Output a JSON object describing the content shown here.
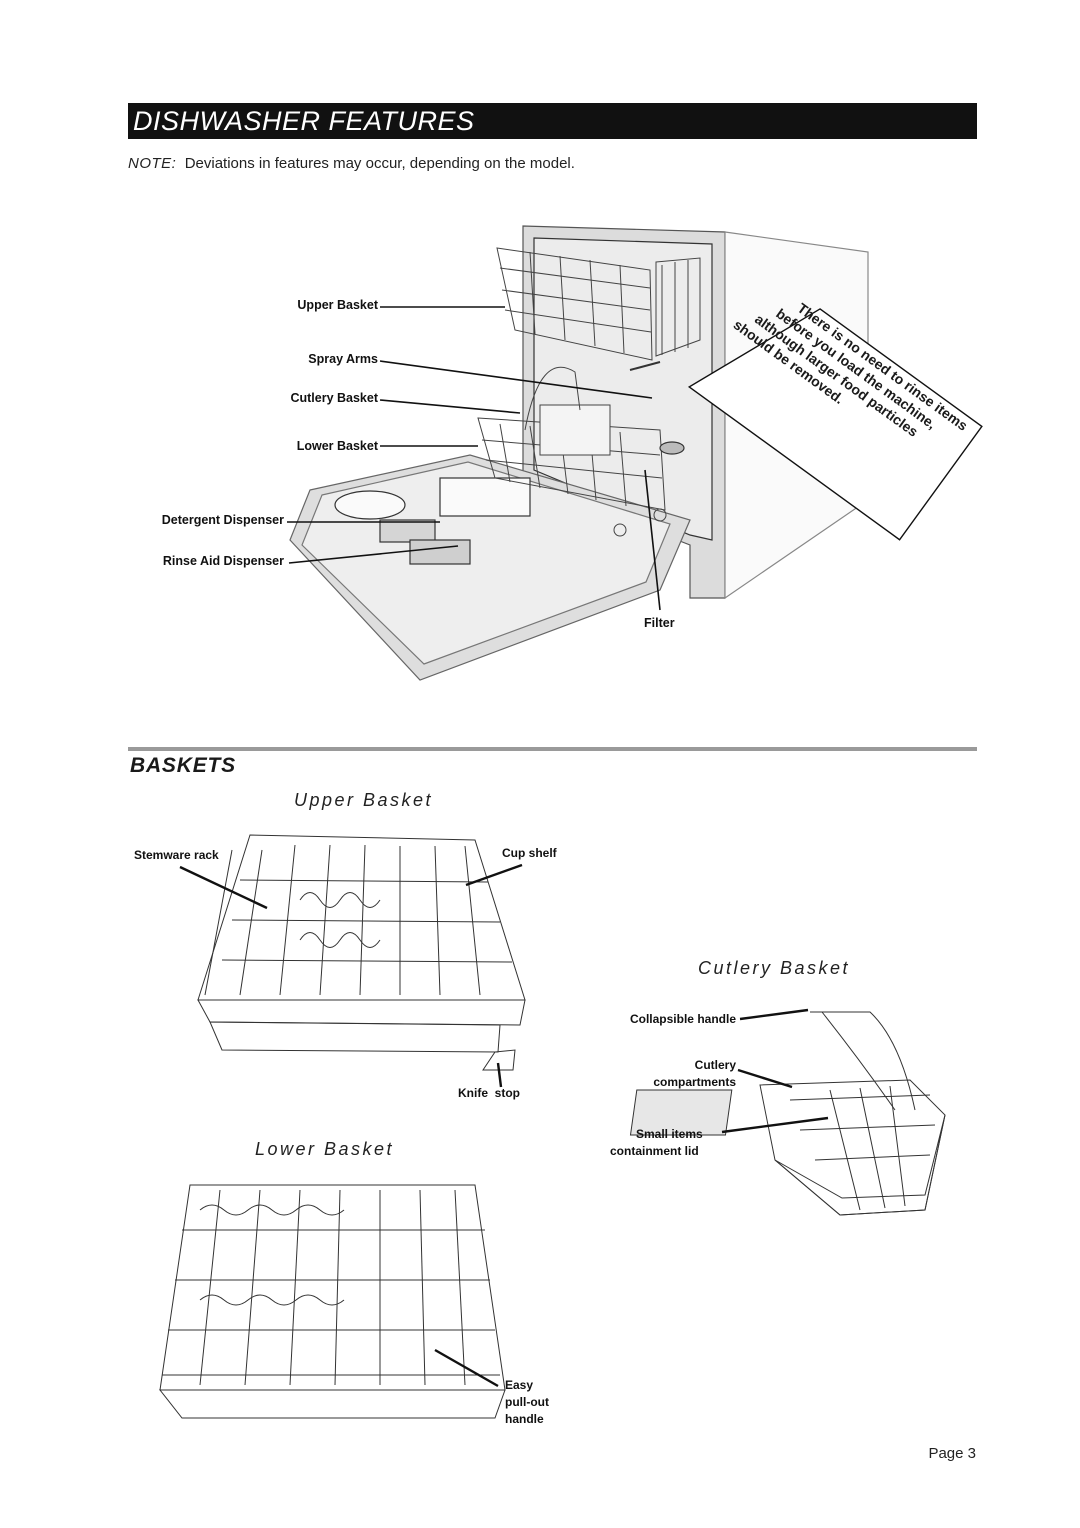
{
  "header": {
    "title": "DISHWASHER FEATURES",
    "note_prefix": "NOTE:",
    "note_text": "Deviations in features may occur, depending on the model."
  },
  "features_diagram": {
    "labels": {
      "upper_basket": "Upper Basket",
      "spray_arms": "Spray Arms",
      "cutlery_basket": "Cutlery Basket",
      "lower_basket": "Lower Basket",
      "detergent_dispenser": "Detergent Dispenser",
      "rinse_aid_dispenser": "Rinse Aid Dispenser",
      "filter": "Filter"
    },
    "callout_lines": [
      "There is no need to rinse items",
      "before you load the machine,",
      "although larger food particles",
      "should be removed."
    ]
  },
  "baskets": {
    "section_title": "BASKETS",
    "upper": {
      "title": "Upper Basket",
      "stemware_rack": "Stemware rack",
      "cup_shelf": "Cup shelf",
      "knife_stop": "Knife  stop"
    },
    "cutlery": {
      "title": "Cutlery Basket",
      "collapsible_handle": "Collapsible handle",
      "cutlery_compartments_1": "Cutlery",
      "cutlery_compartments_2": "compartments",
      "small_items_1": "Small items",
      "small_items_2": "containment lid"
    },
    "lower": {
      "title": "Lower Basket",
      "easy_1": "Easy",
      "easy_2": "pull-out",
      "easy_3": "handle"
    }
  },
  "footer": {
    "page": "Page 3"
  }
}
